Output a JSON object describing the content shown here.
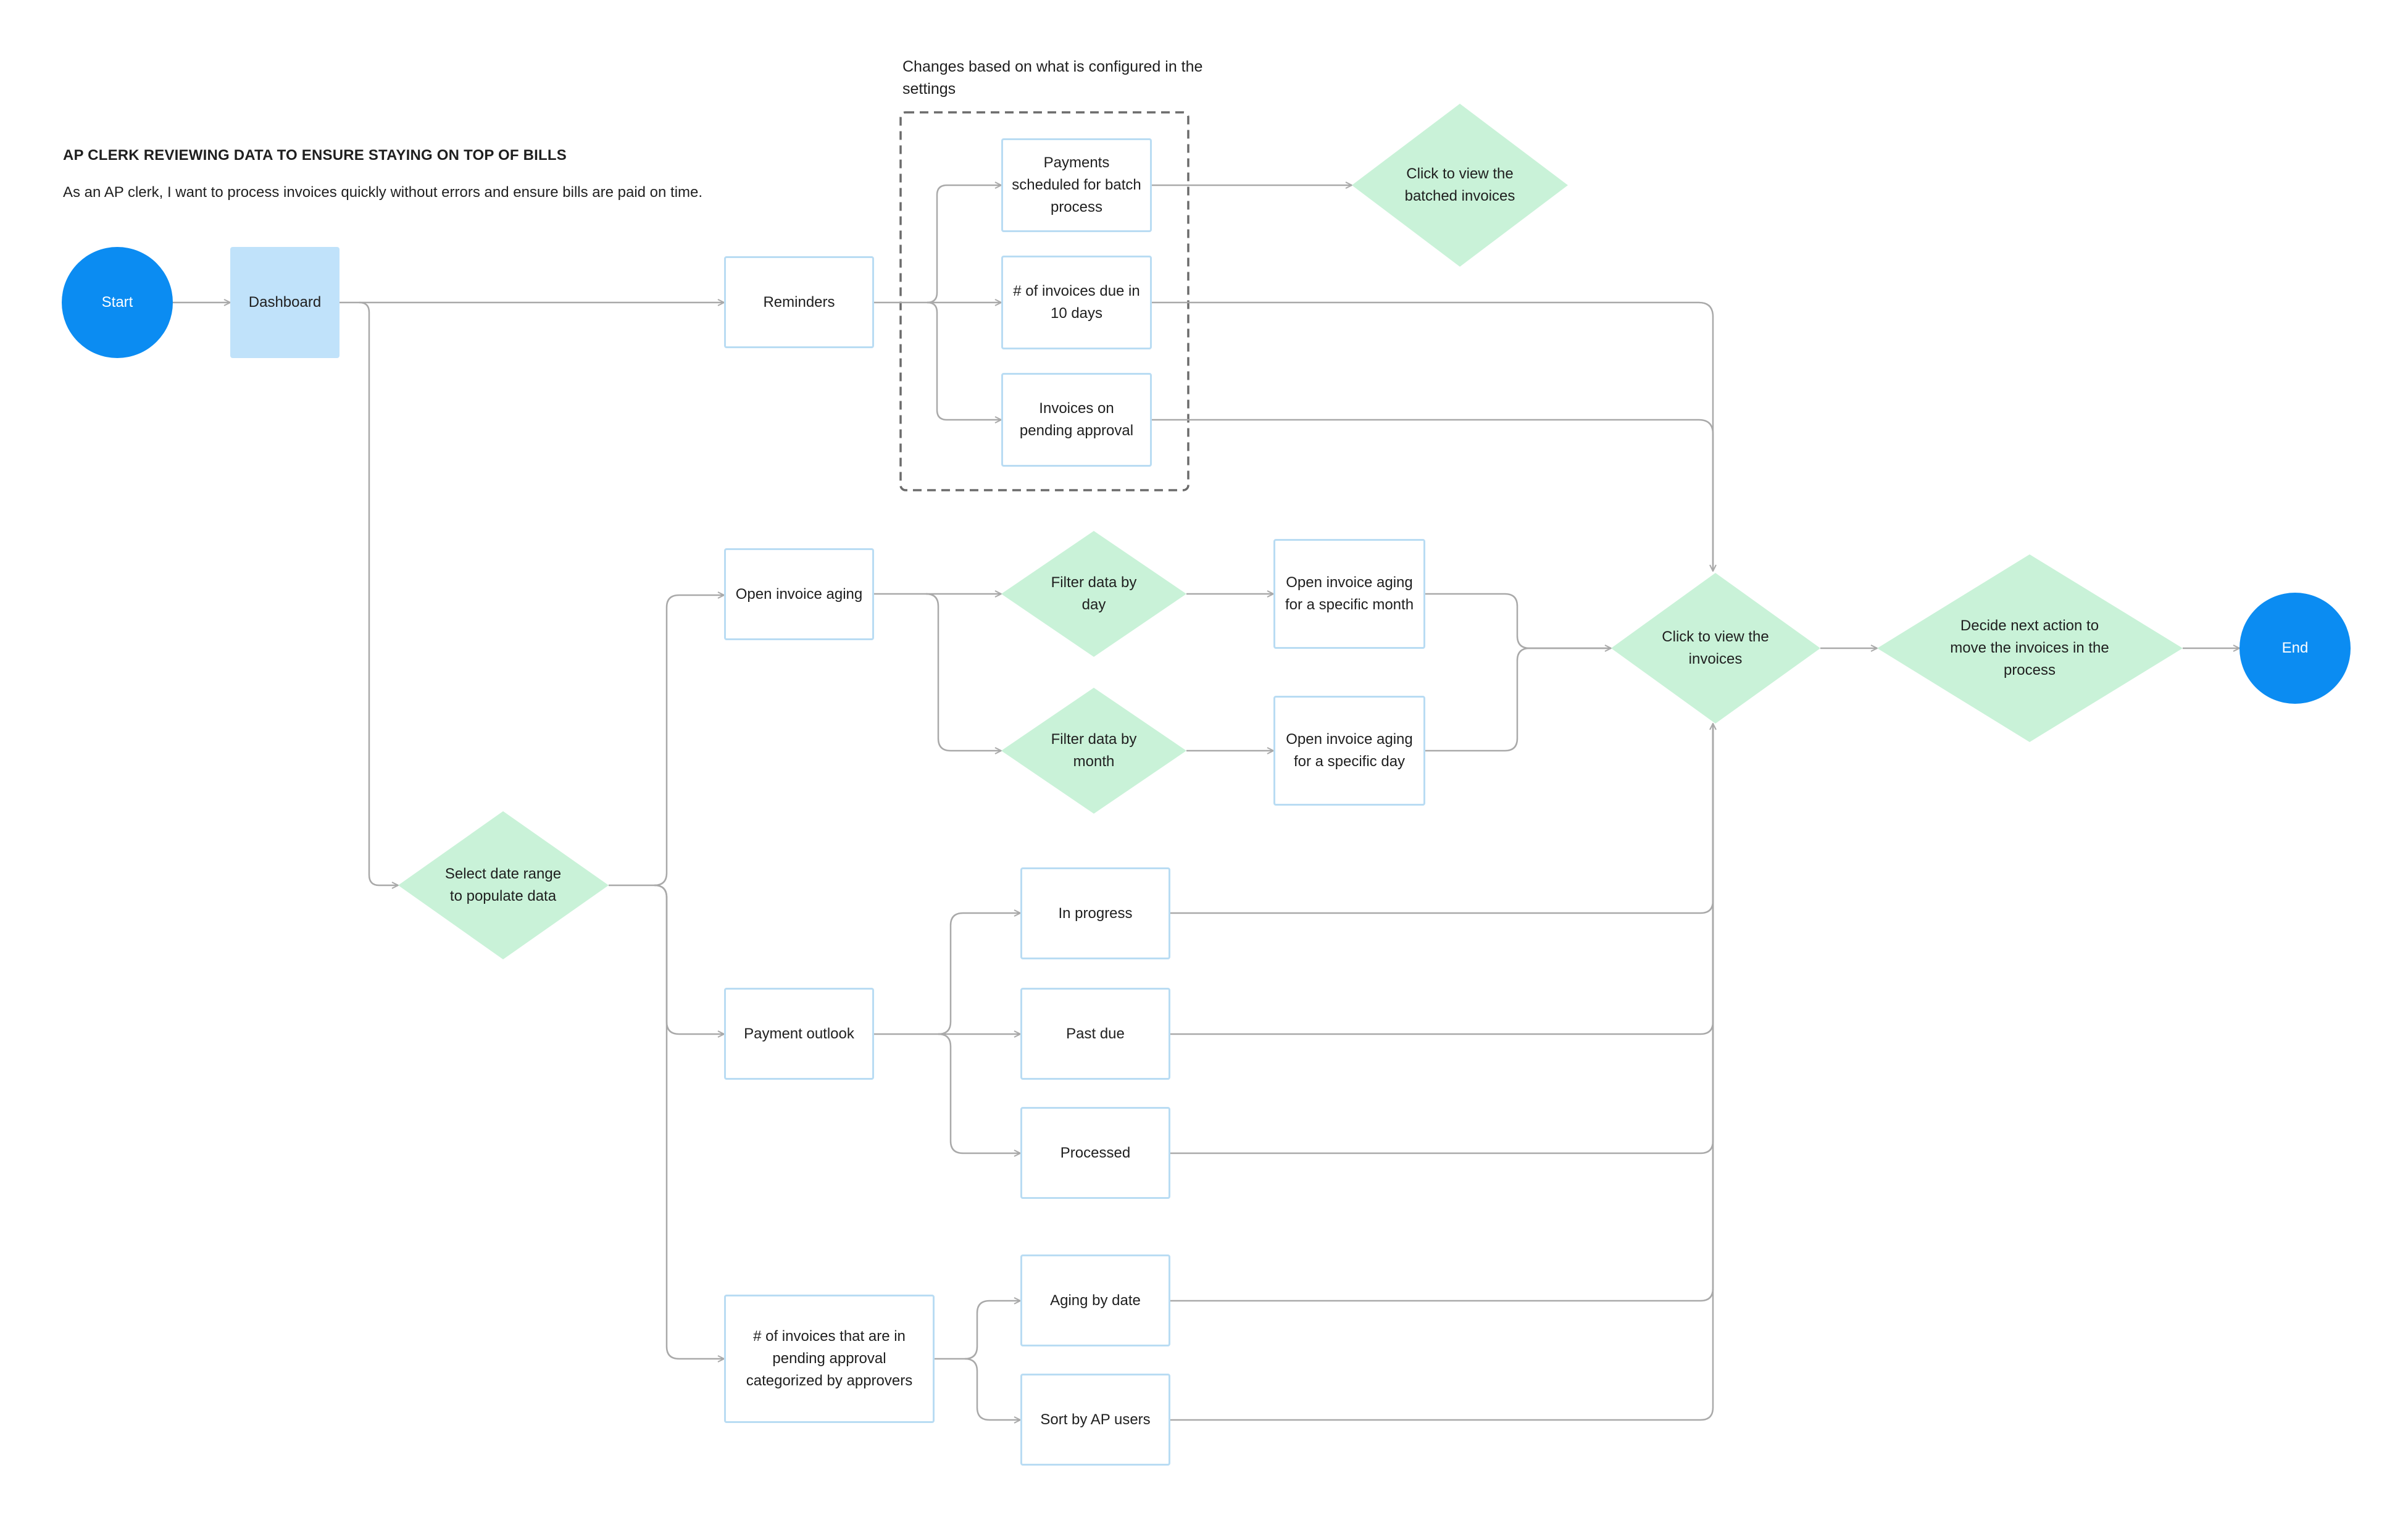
{
  "header": {
    "title": "AP CLERK REVIEWING DATA TO ENSURE STAYING ON TOP OF BILLS",
    "story": "As an AP clerk, I want to process invoices quickly without errors and ensure bills are paid on time.",
    "settings_note": "Changes based on what is configured in the settings"
  },
  "colors": {
    "terminal": "#0b8cf2",
    "dashboard": "#c0e2fa",
    "box_border": "#b9dcf3",
    "decision": "#c9f2d8",
    "connector": "#a9a9a9",
    "group_border": "#6b6b6b"
  },
  "nodes": {
    "start": "Start",
    "dashboard": "Dashboard",
    "reminders": "Reminders",
    "payments_scheduled": "Payments scheduled for batch process",
    "invoices_due": "# of invoices due in 10 days",
    "invoices_pending": "Invoices on pending approval",
    "view_batched": "Click to view the batched invoices",
    "select_date": "Select date range to populate data",
    "open_aging": "Open invoice aging",
    "filter_day": "Filter data by day",
    "filter_month": "Filter data by month",
    "aging_month": "Open invoice aging for a specific month",
    "aging_day": "Open invoice aging for a specific day",
    "view_invoices": "Click to view the invoices",
    "decide_next": "Decide next action to move the invoices in the process",
    "end": "End",
    "payment_outlook": "Payment outlook",
    "in_progress": "In progress",
    "past_due": "Past due",
    "processed": "Processed",
    "pending_by_approvers": "# of invoices that are in pending approval categorized by approvers",
    "aging_by_date": "Aging by date",
    "sort_ap_users": "Sort by AP users"
  }
}
